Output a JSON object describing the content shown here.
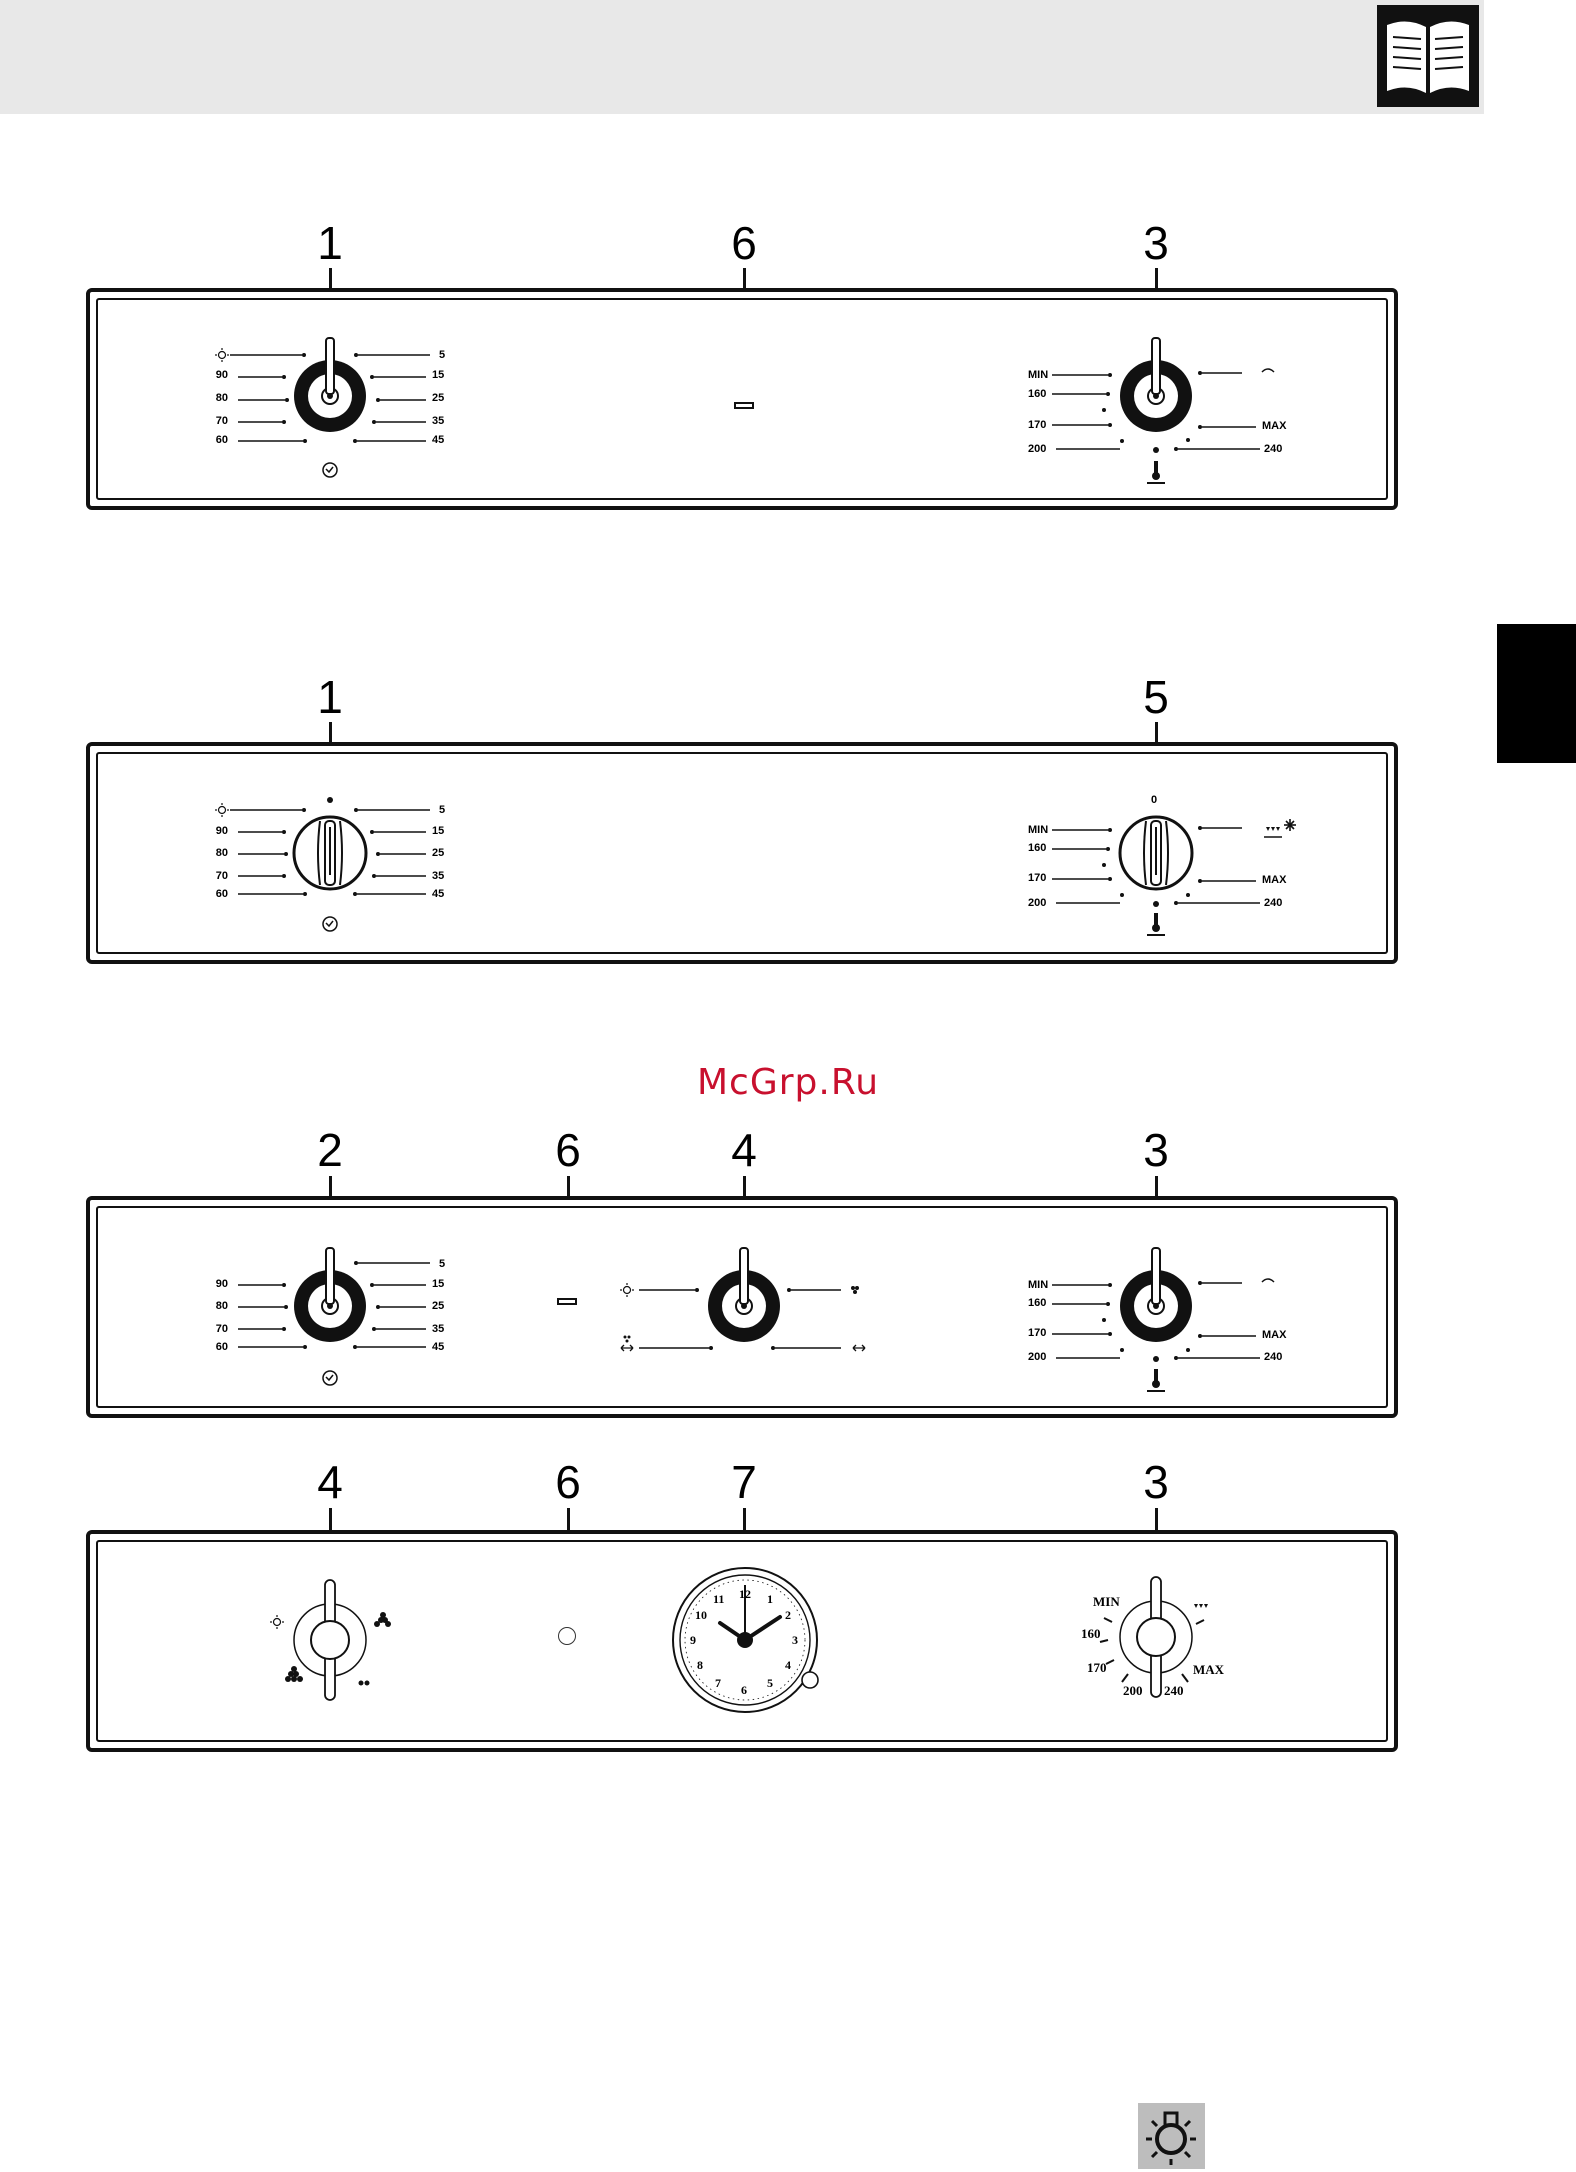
{
  "watermark": "McGrp.Ru",
  "callouts": {
    "p1": [
      "1",
      "6",
      "3"
    ],
    "p2": [
      "1",
      "5"
    ],
    "p3": [
      "2",
      "6",
      "4",
      "3"
    ],
    "p4": [
      "4",
      "6",
      "7",
      "3"
    ]
  },
  "timer_scale": {
    "left": [
      "90",
      "80",
      "70",
      "60"
    ],
    "right": [
      "5",
      "15",
      "25",
      "35",
      "45"
    ]
  },
  "thermostat_scale": {
    "left": [
      "MIN",
      "160",
      "170",
      "200"
    ],
    "right": [
      "MAX",
      "240"
    ],
    "off_mark": "0"
  },
  "clock_numbers": [
    "12",
    "1",
    "2",
    "3",
    "4",
    "5",
    "6",
    "7",
    "8",
    "9",
    "10",
    "11"
  ],
  "analog_thermostat": [
    "MIN",
    "160",
    "170",
    "200",
    "240",
    "MAX"
  ],
  "icons": [
    "book-icon",
    "lamp-icon",
    "timer-icon",
    "thermometer-icon",
    "fan-icon",
    "grill-icon",
    "lamp-icon"
  ],
  "colors": {
    "watermark": "#c8102e",
    "header": "#e8e8e8",
    "tab": "#000000"
  }
}
